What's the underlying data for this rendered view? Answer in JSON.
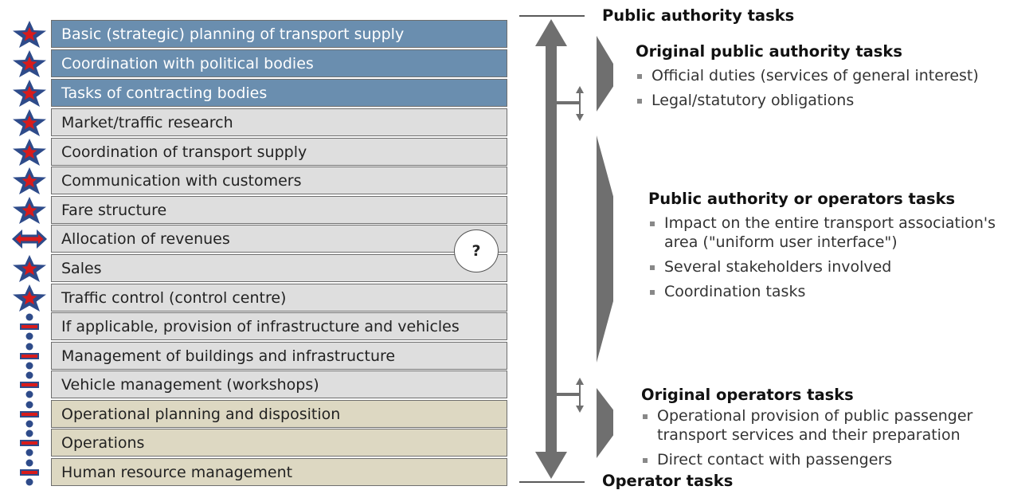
{
  "tasks": [
    {
      "label": "Basic (strategic) planning of transport supply",
      "group": "authority"
    },
    {
      "label": "Coordination with political bodies",
      "group": "authority"
    },
    {
      "label": "Tasks of contracting bodies",
      "group": "authority"
    },
    {
      "label": "Market/traffic research",
      "group": "shared"
    },
    {
      "label": "Coordination of transport supply",
      "group": "shared"
    },
    {
      "label": "Communication with customers",
      "group": "shared"
    },
    {
      "label": "Fare structure",
      "group": "shared"
    },
    {
      "label": "Allocation of revenues",
      "group": "shared"
    },
    {
      "label": "Sales",
      "group": "shared"
    },
    {
      "label": "Traffic control (control centre)",
      "group": "shared"
    },
    {
      "label": "If applicable, provision of infrastructure and vehicles",
      "group": "shared"
    },
    {
      "label": "Management of buildings and infrastructure",
      "group": "shared"
    },
    {
      "label": "Vehicle management (workshops)",
      "group": "shared"
    },
    {
      "label": "Operational planning and disposition",
      "group": "operator"
    },
    {
      "label": "Operations",
      "group": "operator"
    },
    {
      "label": "Human resource management",
      "group": "operator"
    }
  ],
  "markers": [
    "star",
    "star",
    "star",
    "star",
    "star",
    "star",
    "star",
    "double-arrow",
    "star",
    "star",
    "divide",
    "divide",
    "divide",
    "divide",
    "divide",
    "divide"
  ],
  "question_badge": "?",
  "top_label": "Public authority tasks",
  "bottom_label": "Operator tasks",
  "sections": [
    {
      "heading": "Original public authority tasks",
      "bullets": [
        "Official duties (services of general interest)",
        "Legal/statutory obligations"
      ]
    },
    {
      "heading": "Public authority or operators tasks",
      "bullets": [
        "Impact on the entire transport association's area (\"uniform user interface\")",
        "Several stakeholders involved",
        "Coordination tasks"
      ]
    },
    {
      "heading": "Original operators tasks",
      "bullets": [
        "Operational provision of public passenger transport services and their preparation",
        "Direct contact with passengers"
      ]
    }
  ],
  "colors": {
    "authority_fill": "#6a8eaf",
    "shared_fill": "#dedede",
    "operator_fill": "#ddd8c2",
    "marker_blue": "#2e4b8a",
    "marker_red": "#d81b1b",
    "arrow_gray": "#6f6f6f"
  }
}
